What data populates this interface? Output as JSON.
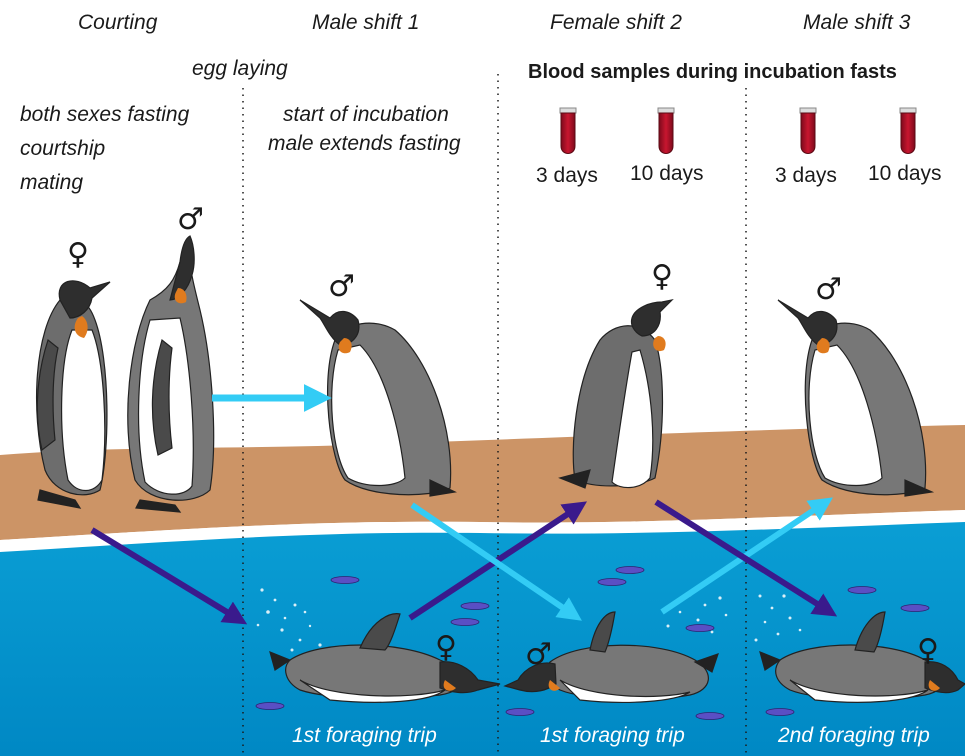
{
  "phases": [
    {
      "label": "Courting"
    },
    {
      "label": "Male shift 1"
    },
    {
      "label": "Female shift 2"
    },
    {
      "label": "Male shift 3"
    }
  ],
  "events": {
    "egg_laying": "egg laying",
    "courting_lines": [
      "both sexes fasting",
      "courtship",
      "mating"
    ],
    "incubation_lines": [
      "start of incubation",
      "male extends fasting"
    ]
  },
  "blood_samples": {
    "title": "Blood samples during incubation fasts",
    "samples": [
      "3 days",
      "10 days",
      "3 days",
      "10 days"
    ]
  },
  "trips": [
    "1st foraging trip",
    "1st foraging trip",
    "2nd foraging trip"
  ],
  "symbols": {
    "female": "♀",
    "male": "♂"
  },
  "colors": {
    "sand": "#cc9466",
    "sea": "#0095cf",
    "arrow_light": "#33ccf5",
    "arrow_dark": "#3a1a8c",
    "tube": "#b8102a"
  }
}
